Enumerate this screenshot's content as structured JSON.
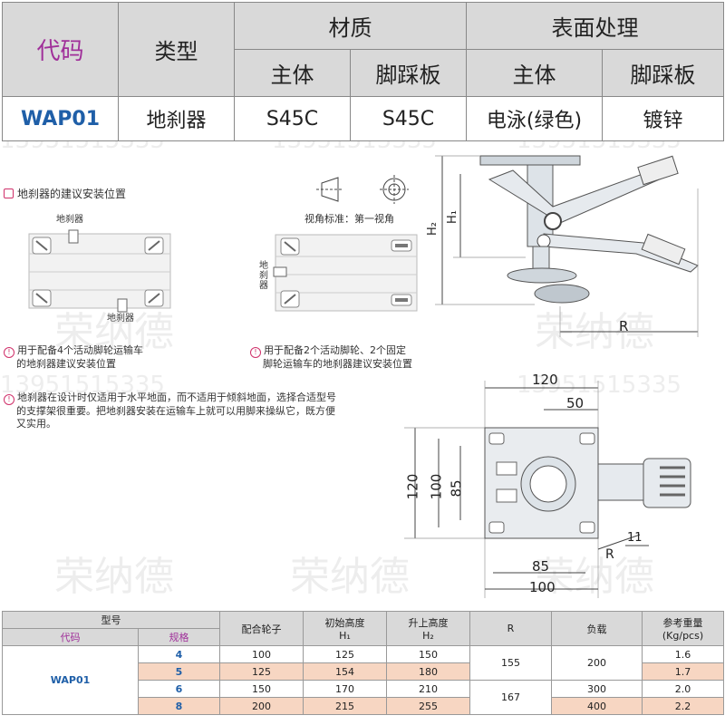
{
  "spec_table": {
    "h_code": "代码",
    "h_type": "类型",
    "h_material": "材质",
    "h_surface": "表面处理",
    "h_body": "主体",
    "h_pedal": "脚踩板",
    "h_body2": "主体",
    "h_pedal2": "脚踩板",
    "row": {
      "code": "WAP01",
      "type": "地刹器",
      "mat_body": "S45C",
      "mat_pedal": "S45C",
      "surf_body": "电泳(绿色)",
      "surf_pedal": "镀锌"
    }
  },
  "install": {
    "title": "地刹器的建议安装位置",
    "label_a1": "地刹器",
    "label_a2": "地刹器",
    "label_b": "地刹器",
    "note_a1": "用于配备4个活动脚轮运输车",
    "note_a2": "的地刹器建议安装位置",
    "note_b1": "用于配备2个活动脚轮、2个固定",
    "note_b2": "脚轮运输车的地刹器建议安装位置",
    "caution1": "地刹器在设计时仅适用于水平地面，而不适用于倾斜地面，选择合适型号",
    "caution2": "的支撑架很重要。把地刹器安装在运输车上就可以用脚来操纵它，既方便",
    "caution3": "又实用。"
  },
  "view_angle": "视角标准：第一视角",
  "dims": {
    "H2": "H₂",
    "H1": "H₁",
    "R": "R",
    "d120_top": "120",
    "d50": "50",
    "d120_left": "120",
    "d100_left": "100",
    "d85_left": "85",
    "d11": "11",
    "dR2": "R",
    "d85_bottom": "85",
    "d100_bottom": "100"
  },
  "watermark": {
    "name": "荣纳德",
    "phone": "13951515335"
  },
  "bottom_table": {
    "h_model": "型号",
    "h_code": "代码",
    "h_spec": "规格",
    "h_wheel": "配合轮子",
    "h_h1": "初始高度",
    "h_h1_sub": "H₁",
    "h_h2": "升上高度",
    "h_h2_sub": "H₂",
    "h_r": "R",
    "h_load": "负载",
    "h_weight": "参考重量",
    "h_weight_sub": "(Kg/pcs)",
    "code": "WAP01",
    "rows": [
      {
        "spec": "4",
        "wheel": "100",
        "h1": "125",
        "h2": "150",
        "weight": "1.6"
      },
      {
        "spec": "5",
        "wheel": "125",
        "h1": "154",
        "h2": "180",
        "weight": "1.7"
      },
      {
        "spec": "6",
        "wheel": "150",
        "h1": "170",
        "h2": "210",
        "weight": "2.0"
      },
      {
        "spec": "8",
        "wheel": "200",
        "h1": "215",
        "h2": "255",
        "weight": "2.2"
      }
    ],
    "r_a": "155",
    "r_b": "167",
    "load_a": "200",
    "load_b": "300",
    "load_c": "400"
  }
}
